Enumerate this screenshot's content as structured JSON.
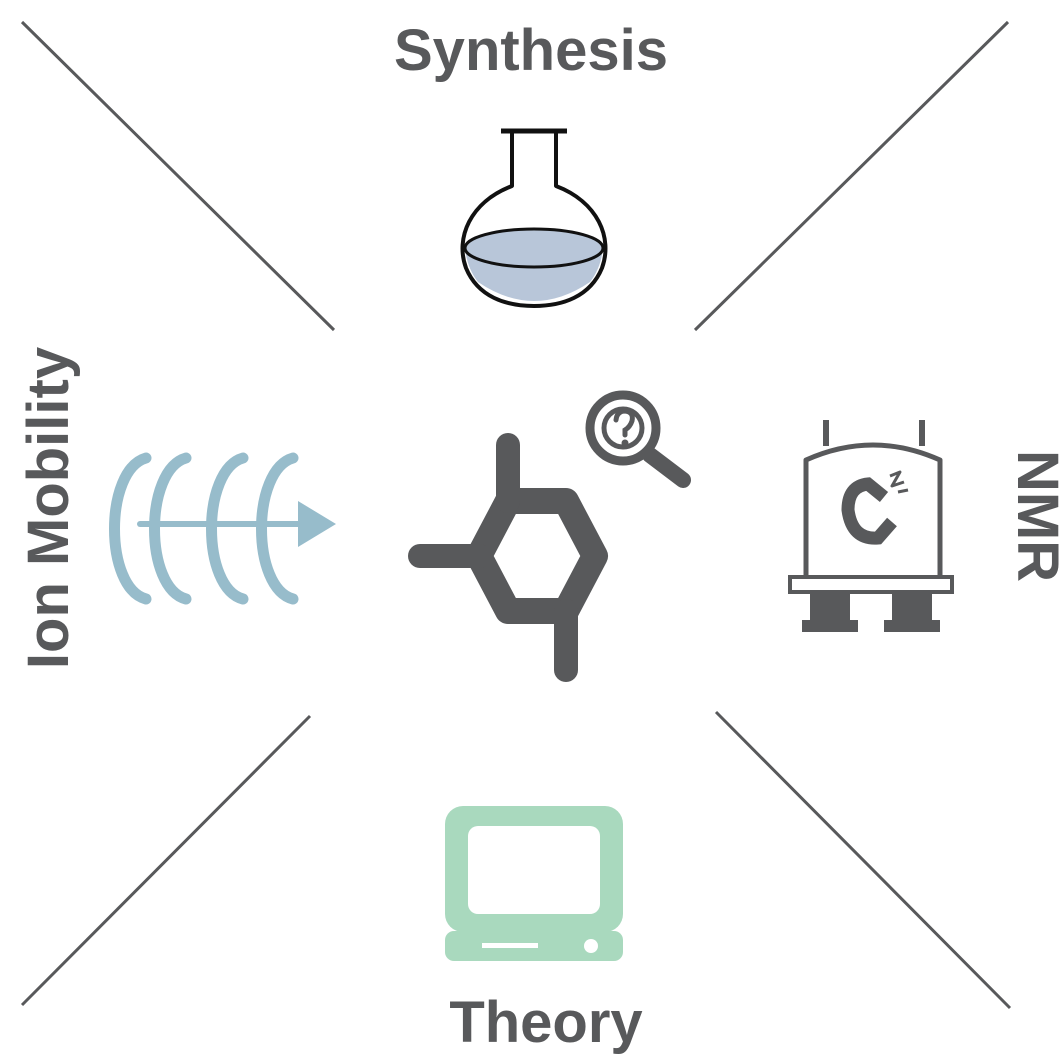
{
  "labels": {
    "top": "Synthesis",
    "left": "Ion Mobility",
    "right": "NMR",
    "bottom": "Theory"
  },
  "icons": {
    "top": "round-bottom-flask-icon",
    "left": "ion-mobility-drift-tube-icon",
    "right": "nmr-spectrometer-magnet-icon",
    "bottom": "computer-monitor-icon",
    "center": "molecule-with-magnifier-icon"
  },
  "colors": {
    "text": "#58595b",
    "divider": "#58595b",
    "flask_liquid": "#b8c6d9",
    "ion_mobility": "#97bccb",
    "theory": "#a9d9be",
    "molecule": "#58595b"
  }
}
